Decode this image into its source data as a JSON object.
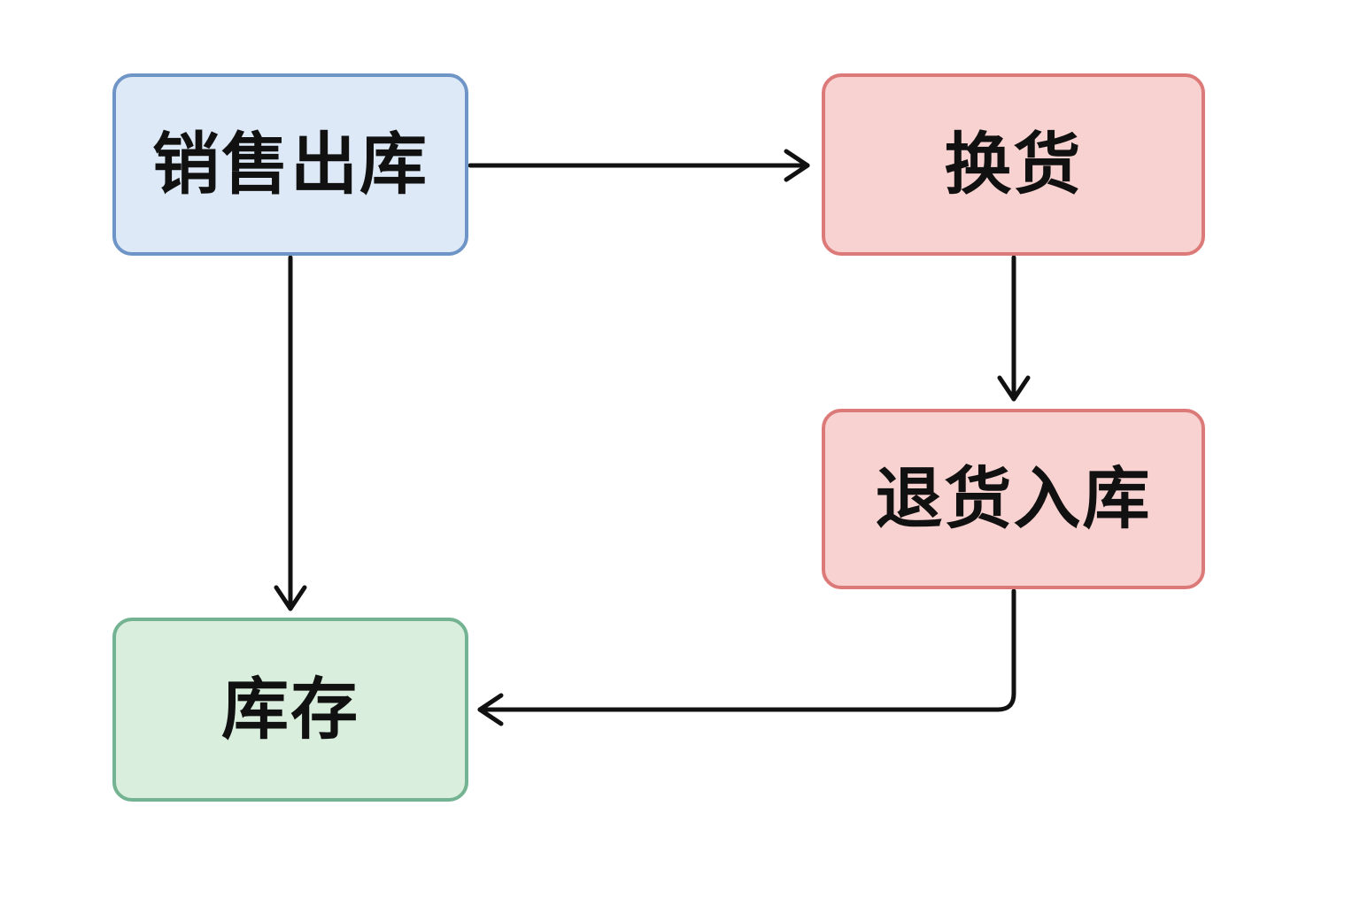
{
  "nodes": {
    "sales_outbound": {
      "label": "销售出库",
      "fill": "#dde9f6",
      "border": "#6f95c6"
    },
    "exchange": {
      "label": "换货",
      "fill": "#f7d2d0",
      "border": "#db7a78"
    },
    "return_inbound": {
      "label": "退货入库",
      "fill": "#f7d2d0",
      "border": "#db7a78"
    },
    "inventory": {
      "label": "库存",
      "fill": "#d9eedd",
      "border": "#74b392"
    }
  },
  "edges": [
    {
      "from": "sales_outbound",
      "to": "exchange"
    },
    {
      "from": "sales_outbound",
      "to": "inventory"
    },
    {
      "from": "exchange",
      "to": "return_inbound"
    },
    {
      "from": "return_inbound",
      "to": "inventory"
    }
  ],
  "colors": {
    "arrow": "#111111",
    "background": "#ffffff"
  }
}
